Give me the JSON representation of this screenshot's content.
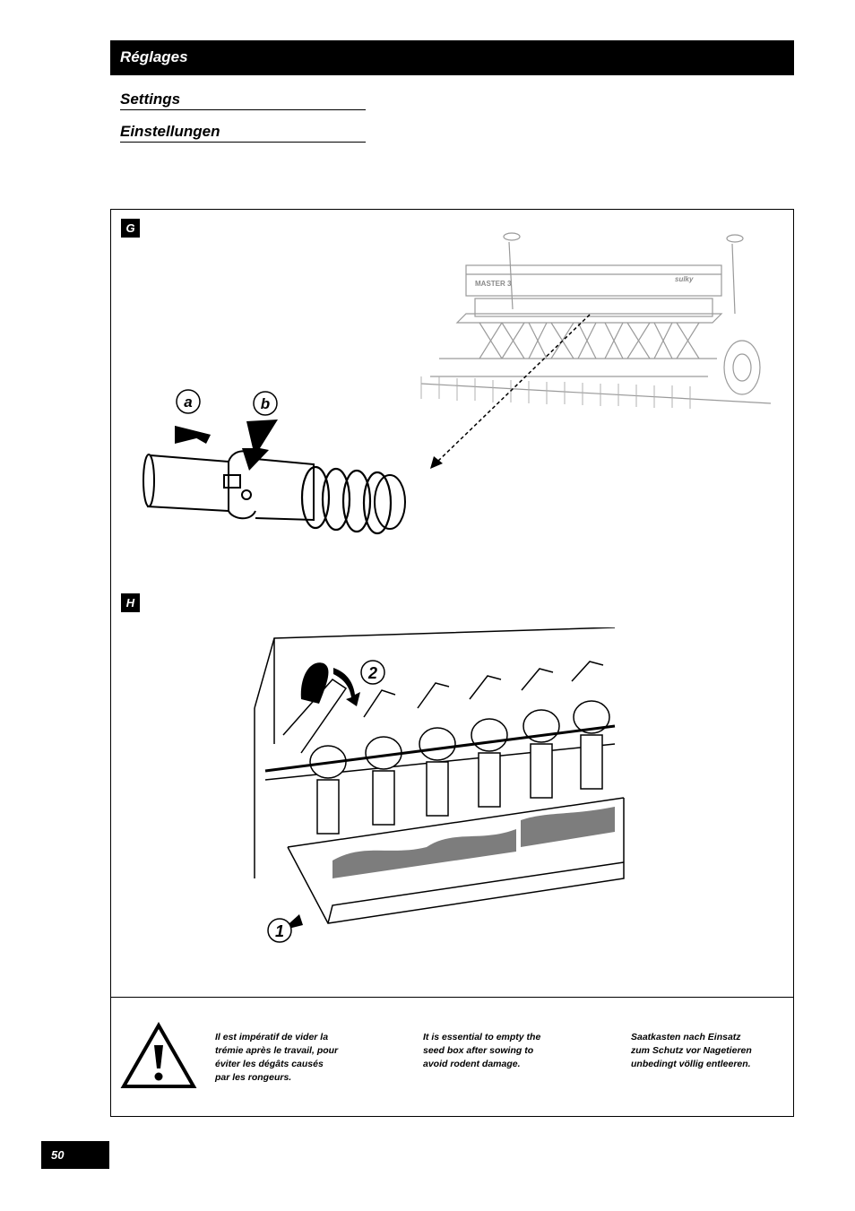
{
  "header": {
    "title": "Réglages"
  },
  "subtitles": {
    "english": "Settings",
    "german": "Einstellungen"
  },
  "figures": {
    "g": {
      "label": "G",
      "machine_plate": "MASTER 3",
      "brand": "sulky",
      "callouts": {
        "a": "a",
        "b": "b"
      }
    },
    "h": {
      "label": "H",
      "callouts": {
        "one": "1",
        "two": "2"
      }
    }
  },
  "warning": {
    "icon": "warning-triangle-icon",
    "text_fr": "Il est impératif de vider la\ntrémie après le travail, pour\néviter les dégâts causés\npar les rongeurs.",
    "text_en": "It is essential to empty the\nseed box after sowing to\navoid rodent damage.",
    "text_de": "Saatkasten nach Einsatz\nzum Schutz vor Nagetieren\nunbedingt völlig entleeren."
  },
  "page": {
    "number": "50"
  }
}
